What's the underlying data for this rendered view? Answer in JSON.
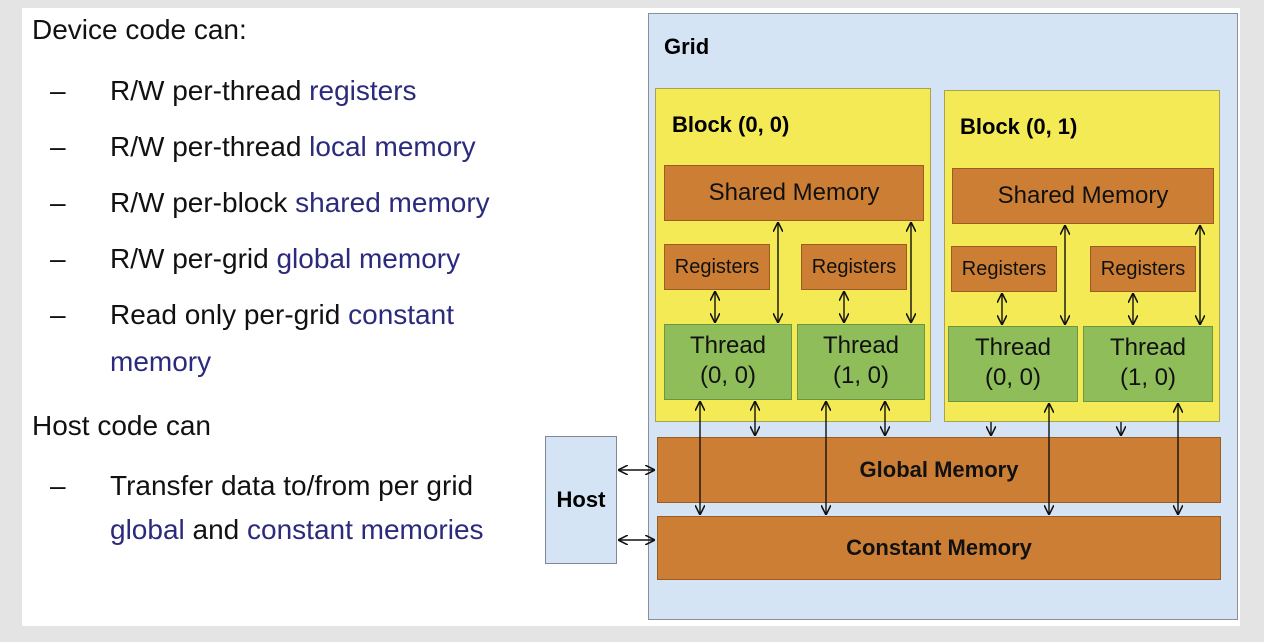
{
  "left_text": {
    "device_heading": "Device code can:",
    "device_items": [
      {
        "dash": "–",
        "plain": "R/W per-thread ",
        "highlight": "registers"
      },
      {
        "dash": "–",
        "plain": "R/W per-thread ",
        "highlight": "local memory"
      },
      {
        "dash": "–",
        "plain": "R/W per-block ",
        "highlight": "shared memory"
      },
      {
        "dash": "–",
        "plain": "R/W per-grid ",
        "highlight": "global memory"
      },
      {
        "dash": "–",
        "plain": "Read only per-grid ",
        "highlight": "constant",
        "highlight2": "memory"
      }
    ],
    "host_heading": "Host code can",
    "host_items": [
      {
        "dash": "–",
        "line1": "Transfer data to/from per grid",
        "h1": "global",
        "mid": " and ",
        "h2": "constant memories"
      }
    ]
  },
  "diagram": {
    "grid_label": "Grid",
    "blocks": [
      {
        "label": "Block (0, 0)",
        "shared": "Shared Memory",
        "threads": [
          {
            "reg": "Registers",
            "l1": "Thread",
            "l2": "(0, 0)"
          },
          {
            "reg": "Registers",
            "l1": "Thread",
            "l2": "(1, 0)"
          }
        ]
      },
      {
        "label": "Block (0, 1)",
        "shared": "Shared Memory",
        "threads": [
          {
            "reg": "Registers",
            "l1": "Thread",
            "l2": "(0, 0)"
          },
          {
            "reg": "Registers",
            "l1": "Thread",
            "l2": "(1, 0)"
          }
        ]
      }
    ],
    "global_memory": "Global Memory",
    "constant_memory": "Constant Memory",
    "host": "Host"
  },
  "colors": {
    "grid_bg": "#d4e4f5",
    "block_bg": "#f4ea55",
    "memory_bg": "#cc7f34",
    "thread_bg": "#8ebd5a",
    "highlight_text": "#2b2a7c"
  }
}
